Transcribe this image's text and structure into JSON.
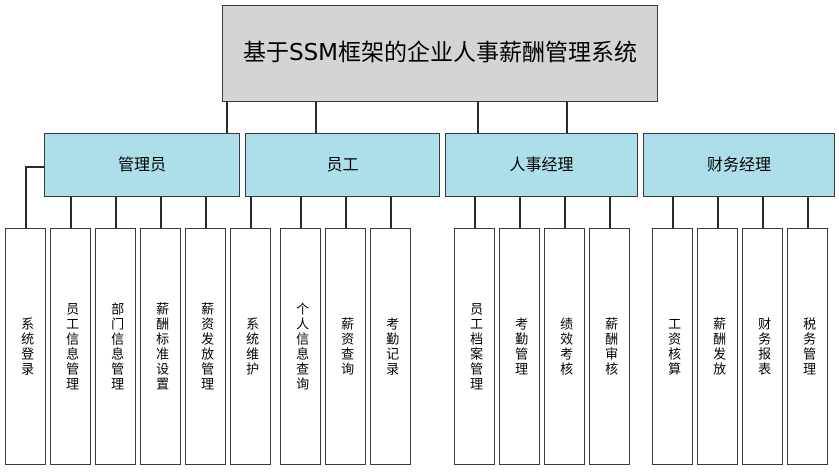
{
  "diagram": {
    "type": "org-chart",
    "title_node": {
      "label": "基于SSM框架的企业人事薪酬管理系统",
      "fill": "#d4d4d4",
      "border": "#3a3a3a"
    },
    "role_fill": "#addfeb",
    "leaf_fill": "#ffffff",
    "line_color": "#2b2b2b",
    "roles": [
      {
        "label": "管理员",
        "leaves": [
          "系统登录",
          "员工信息管理",
          "部门信息管理",
          "薪酬标准设置",
          "薪资发放管理",
          "系统维护"
        ]
      },
      {
        "label": "员工",
        "leaves": [
          "个人信息查询",
          "薪资查询",
          "考勤记录"
        ]
      },
      {
        "label": "人事经理",
        "leaves": [
          "员工档案管理",
          "考勤管理",
          "绩效考核",
          "薪酬审核"
        ]
      },
      {
        "label": "财务经理",
        "leaves": [
          "工资核算",
          "薪酬发放",
          "财务报表",
          "税务管理"
        ]
      }
    ]
  }
}
